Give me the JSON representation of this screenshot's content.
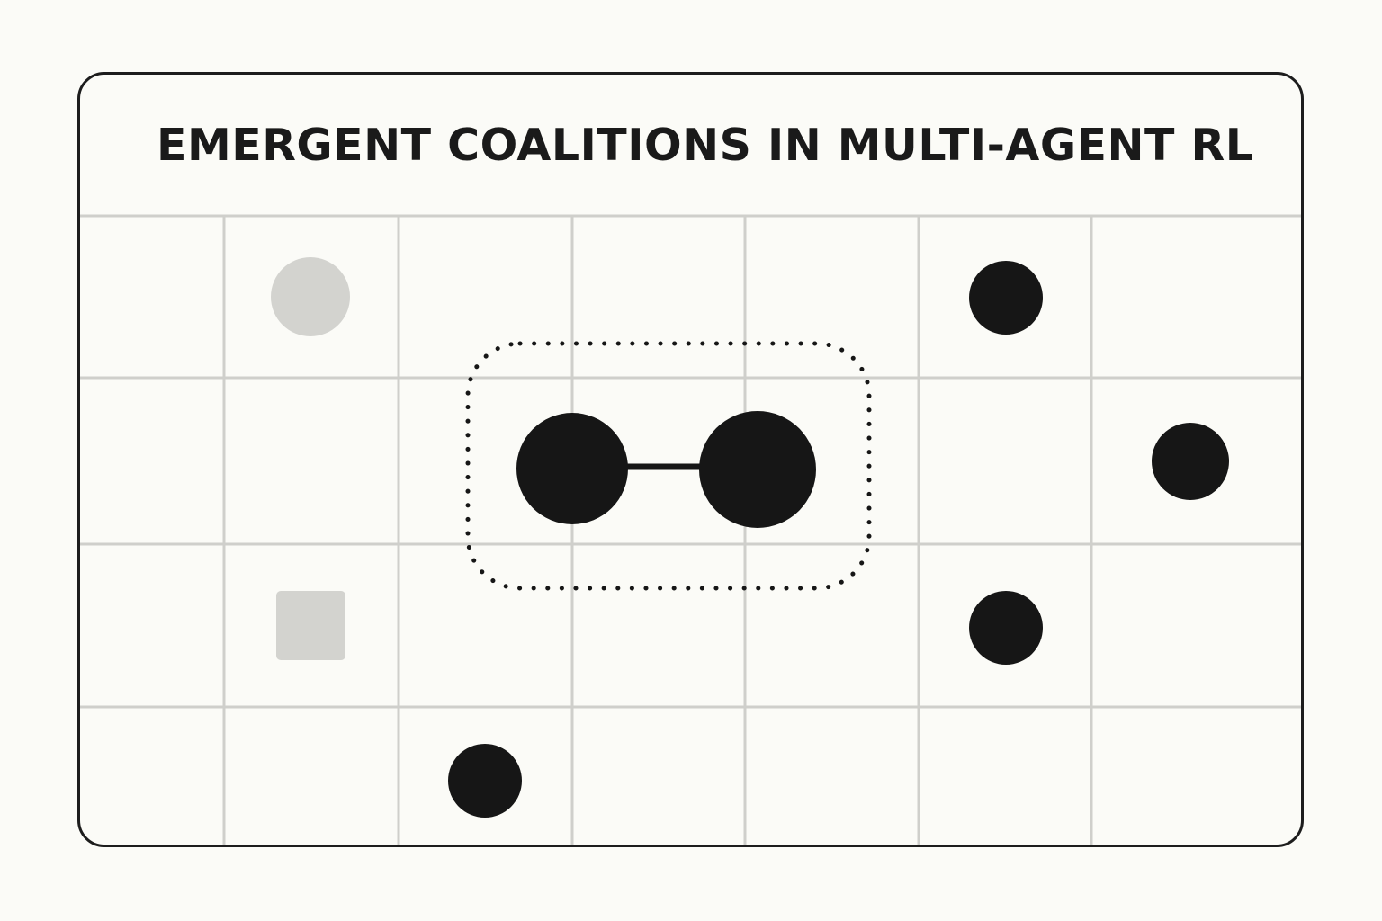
{
  "title": "EMERGENT COALITIONS IN MULTI-AGENT RL",
  "colors": {
    "background": "#fbfbf7",
    "frame": "#1d1d1d",
    "grid_line": "#cfcfcb",
    "agent": "#161616",
    "inactive": "#d3d3cf",
    "coalition_outline": "#161616"
  },
  "grid": {
    "columns": 7,
    "rows": 4
  },
  "agents": [
    {
      "id": "agent-top-right",
      "shape": "circle",
      "state": "active"
    },
    {
      "id": "agent-right",
      "shape": "circle",
      "state": "active"
    },
    {
      "id": "agent-lower-right",
      "shape": "circle",
      "state": "active"
    },
    {
      "id": "agent-bottom",
      "shape": "circle",
      "state": "active"
    },
    {
      "id": "agent-inactive-circle",
      "shape": "circle",
      "state": "inactive"
    },
    {
      "id": "agent-inactive-square",
      "shape": "square",
      "state": "inactive"
    }
  ],
  "coalition": {
    "members": [
      "coalition-agent-left",
      "coalition-agent-right"
    ],
    "link": "coalition-link",
    "outline_style": "dotted"
  }
}
